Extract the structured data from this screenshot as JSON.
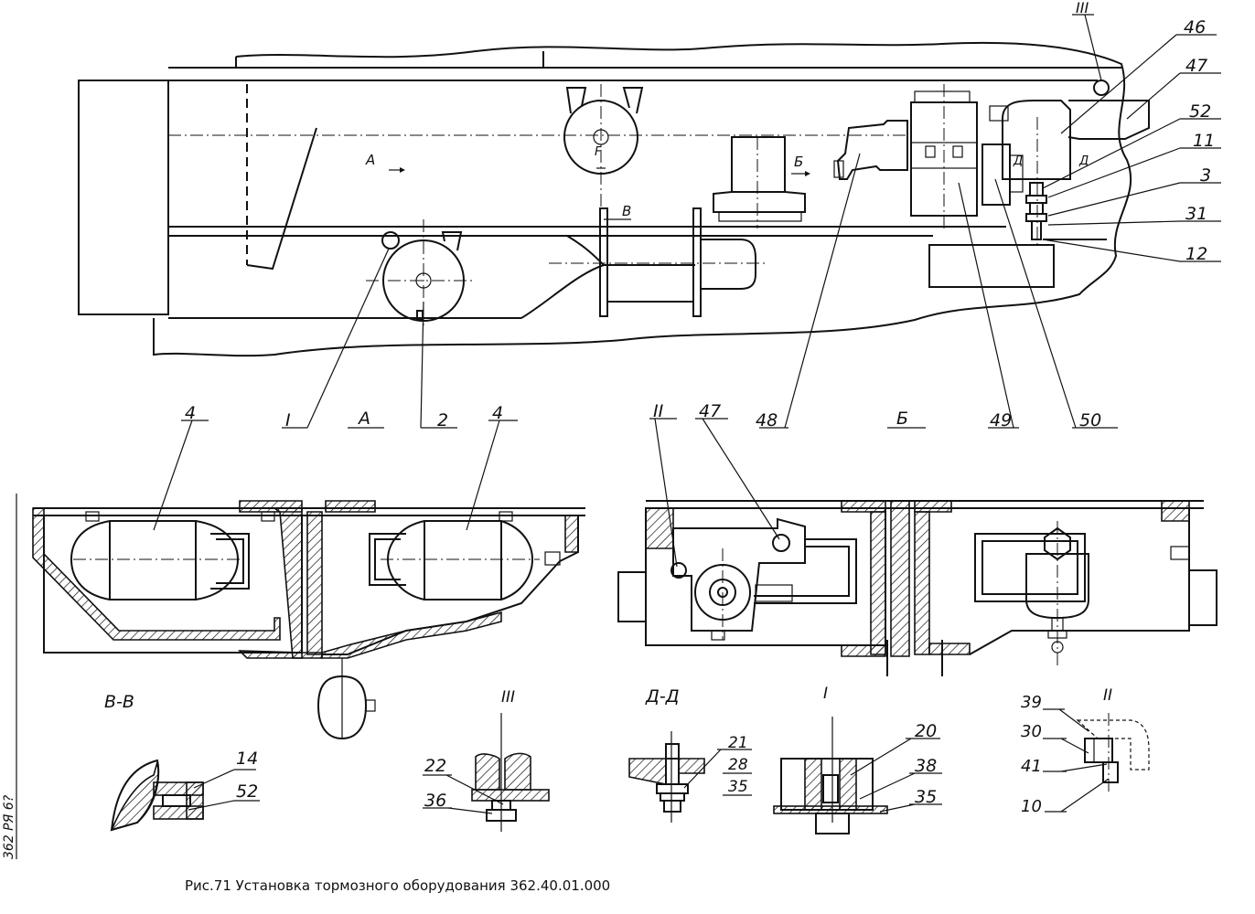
{
  "caption": "Рис.71 Установка тормозного оборудования 362.40.01.000",
  "side_stamp": "362 РЯ 6?",
  "view_labels": {
    "view_a_arrow": "А",
    "view_b_arrow": "Б",
    "view_v_arrow": "В",
    "view_d_top": "Д",
    "view_d_bottom": "Д",
    "view_a_title": "А",
    "view_b_title": "Б",
    "section_vv": "В-В",
    "section_dd": "Д-Д",
    "detail_I_call": "I",
    "detail_II_call": "II",
    "detail_III_call": "III",
    "detail_I_title": "I",
    "detail_II_title": "II",
    "detail_III_title": "III",
    "f_label": "F"
  },
  "callouts": {
    "p46": "46",
    "p47_top": "47",
    "p52_top": "52",
    "p11": "11",
    "p3": "3",
    "p31": "31",
    "p12": "12",
    "p2": "2",
    "p48": "48",
    "p49": "49",
    "p50": "50",
    "p4_left": "4",
    "p4_right": "4",
    "p47_view": "47",
    "p14": "14",
    "p52_vv": "52",
    "p22": "22",
    "p36": "36",
    "p21": "21",
    "p28": "28",
    "p35_dd": "35",
    "p20": "20",
    "p38": "38",
    "p35_I": "35",
    "p39": "39",
    "p30": "30",
    "p41": "41",
    "p10": "10"
  }
}
